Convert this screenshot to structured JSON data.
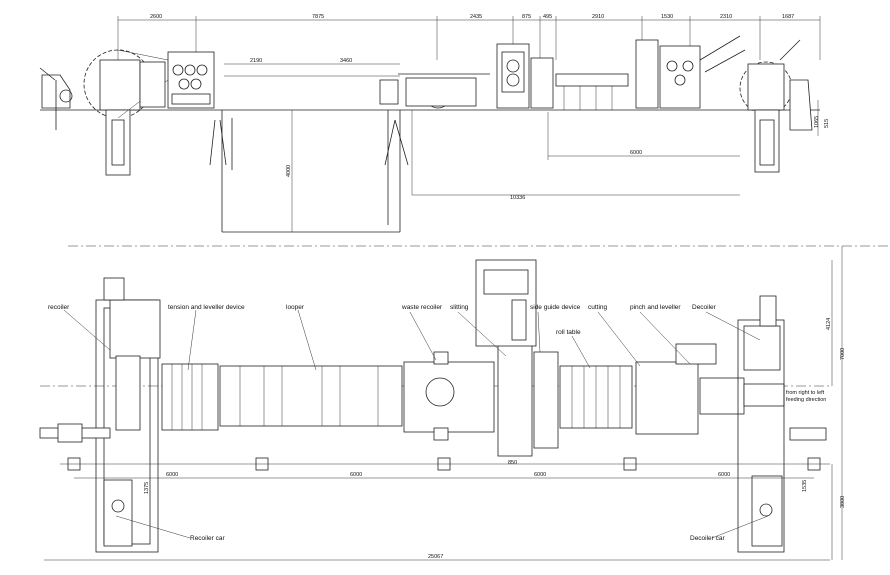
{
  "top_dimensions": [
    "2600",
    "7875",
    "2435",
    "875",
    "495",
    "2910",
    "1530",
    "2310",
    "1687"
  ],
  "top_sub_dimensions": {
    "left": "2190",
    "right": "3460"
  },
  "top_vertical": {
    "pit": "4000",
    "right_a": "1065",
    "right_b": "515"
  },
  "top_horizontal": {
    "a": "6000",
    "b": "10336"
  },
  "plan_labels": {
    "recoiler": "recoiler",
    "tension_leveller": "tension and leveller device",
    "looper": "looper",
    "waste_recoiler": "waste recoiler",
    "slitting": "slitting",
    "side_guide": "side guide device",
    "roll_table": "roll table",
    "cutting": "cutting",
    "pinch_leveller": "pinch and leveller",
    "decoiler": "Decoiler",
    "recoiler_car": "Recoiler car",
    "decoiler_car": "Decoiler car",
    "direction_note_1": "from right to left",
    "direction_note_2": "feeding direction"
  },
  "plan_dimensions": {
    "span_1": "6000",
    "span_2": "6000",
    "span_3": "6000",
    "span_4": "6000",
    "total": "25067",
    "right_v_1": "4124",
    "right_v_2": "7000",
    "right_v_3": "3800",
    "car_left": "1375",
    "car_right": "1535",
    "slitter_width": "850"
  }
}
